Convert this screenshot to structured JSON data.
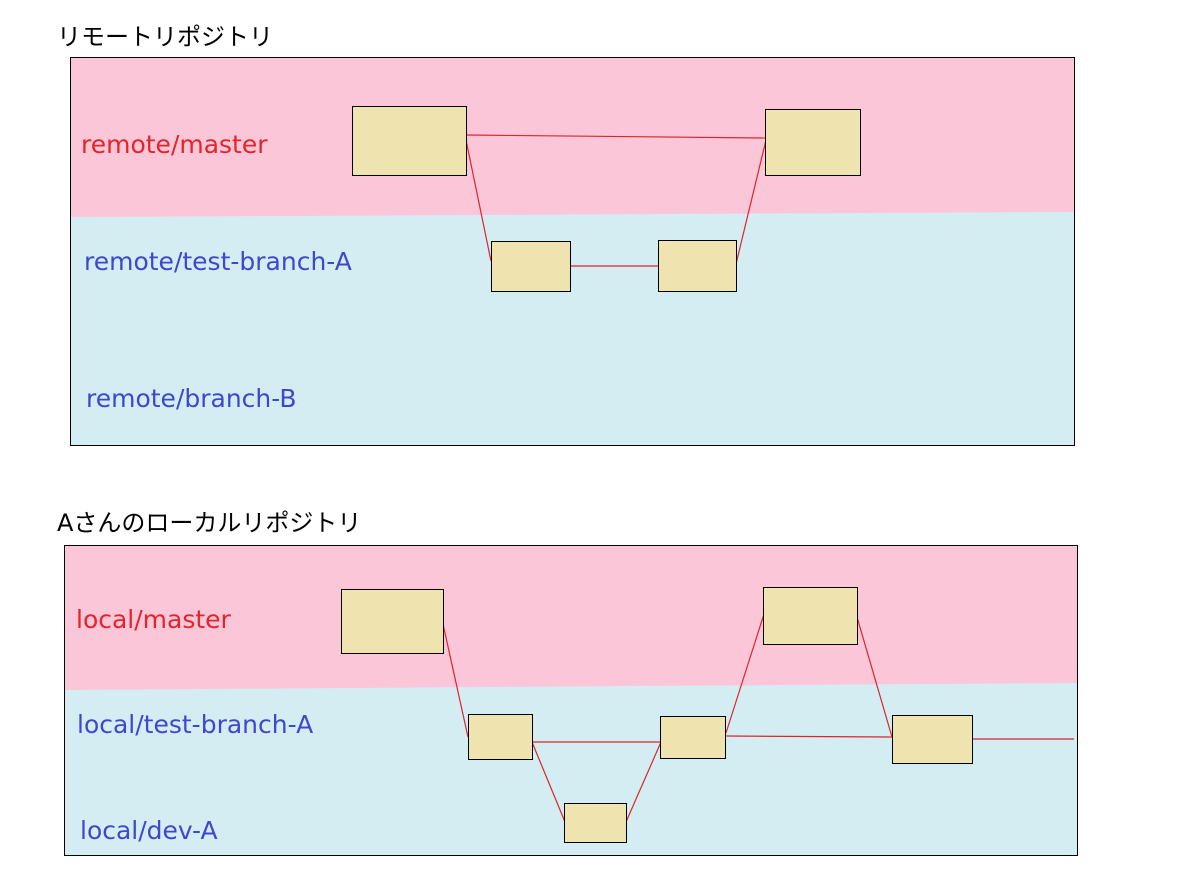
{
  "colors": {
    "master_band": "#fcc6d9",
    "branch_band": "#d3edf3",
    "commit_fill": "#efe4b0",
    "commit_stroke": "#000000",
    "edge": "#d9262b",
    "master_label": "#e3242b",
    "branch_label": "#3f48cc"
  },
  "remote": {
    "title": "リモートリポジトリ",
    "branches": {
      "master": "remote/master",
      "test_branch_a": "remote/test-branch-A",
      "branch_b": "remote/branch-B"
    }
  },
  "local": {
    "title": "Aさんのローカルリポジトリ",
    "branches": {
      "master": "local/master",
      "test_branch_a": "local/test-branch-A",
      "dev_a": "local/dev-A"
    }
  }
}
